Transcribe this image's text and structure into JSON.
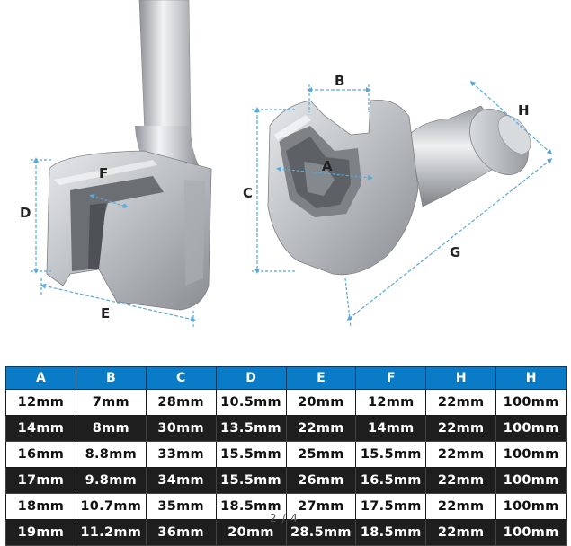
{
  "diagram": {
    "left_labels": {
      "d": "D",
      "f": "F",
      "e": "E"
    },
    "right_labels": {
      "b": "B",
      "a": "A",
      "c": "C",
      "h": "H",
      "g": "G"
    }
  },
  "table": {
    "headers": [
      "A",
      "B",
      "C",
      "D",
      "E",
      "F",
      "H",
      "H"
    ],
    "rows": [
      [
        "12mm",
        "7mm",
        "28mm",
        "10.5mm",
        "20mm",
        "12mm",
        "22mm",
        "100mm"
      ],
      [
        "14mm",
        "8mm",
        "30mm",
        "13.5mm",
        "22mm",
        "14mm",
        "22mm",
        "100mm"
      ],
      [
        "16mm",
        "8.8mm",
        "33mm",
        "15.5mm",
        "25mm",
        "15.5mm",
        "22mm",
        "100mm"
      ],
      [
        "17mm",
        "9.8mm",
        "34mm",
        "15.5mm",
        "26mm",
        "16.5mm",
        "22mm",
        "100mm"
      ],
      [
        "18mm",
        "10.7mm",
        "35mm",
        "18.5mm",
        "27mm",
        "17.5mm",
        "22mm",
        "100mm"
      ],
      [
        "19mm",
        "11.2mm",
        "36mm",
        "20mm",
        "28.5mm",
        "18.5mm",
        "22mm",
        "100mm"
      ]
    ]
  },
  "page_indicator": "2 / 4"
}
